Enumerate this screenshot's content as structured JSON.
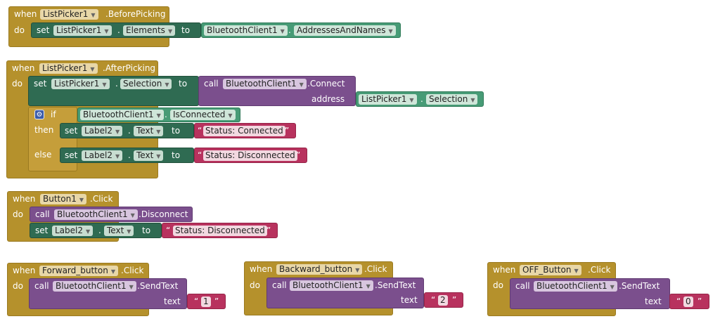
{
  "kw": {
    "when": "when",
    "do": "do",
    "set": "set",
    "to": "to",
    "call": "call",
    "if": "if",
    "then": "then",
    "else": "else",
    "dot": ".",
    "address": "address",
    "text": "text",
    "quote": "“",
    "quote_close": "”"
  },
  "blocks": {
    "before_picking": {
      "component": "ListPicker1",
      "event": ".BeforePicking",
      "set_component": "ListPicker1",
      "set_property": "Elements",
      "get_component": "BluetoothClient1",
      "get_property": "AddressesAndNames"
    },
    "after_picking": {
      "component": "ListPicker1",
      "event": ".AfterPicking",
      "set_component": "ListPicker1",
      "set_property": "Selection",
      "call_component": "BluetoothClient1",
      "call_method": ".Connect",
      "arg_component": "ListPicker1",
      "arg_property": "Selection",
      "if_component": "BluetoothClient1",
      "if_property": "IsConnected",
      "then_component": "Label2",
      "then_property": "Text",
      "then_value": "Status: Connected",
      "else_component": "Label2",
      "else_property": "Text",
      "else_value": "Status: Disconnected"
    },
    "button1_click": {
      "component": "Button1",
      "event": ".Click",
      "call_component": "BluetoothClient1",
      "call_method": ".Disconnect",
      "set_component": "Label2",
      "set_property": "Text",
      "set_value": "Status: Disconnected"
    },
    "forward_click": {
      "component": "Forward_button",
      "event": ".Click",
      "call_component": "BluetoothClient1",
      "call_method": ".SendText",
      "value": "1"
    },
    "backward_click": {
      "component": "Backward_button",
      "event": ".Click",
      "call_component": "BluetoothClient1",
      "call_method": ".SendText",
      "value": "2"
    },
    "off_click": {
      "component": "OFF_Button",
      "event": ".Click",
      "call_component": "BluetoothClient1",
      "call_method": ".SendText",
      "value": "0"
    }
  },
  "colors": {
    "event": "#b5912c",
    "setter": "#2f6b52",
    "getter": "#479b76",
    "procedure_call": "#7b4f8d",
    "text_literal": "#b8325e",
    "mutator": "#3b5ba8"
  },
  "icons": {
    "dropdown": "dropdown-arrow-icon",
    "mutator": "gear-icon"
  }
}
